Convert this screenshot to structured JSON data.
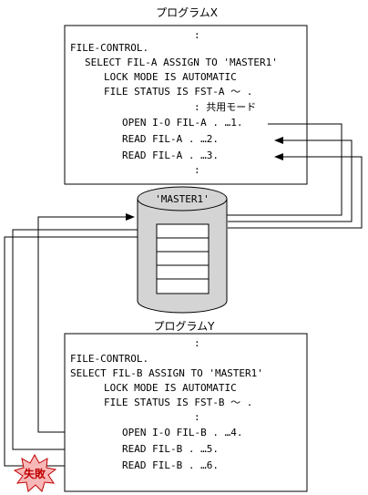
{
  "program_x": {
    "title": "プログラムX",
    "lines": [
      ":",
      "FILE-CONTROL.",
      "SELECT  FIL-A ASSIGN TO 'MASTER1'",
      "LOCK MODE IS AUTOMATIC",
      "FILE STATUS IS FST-A  ～  .",
      ":  共用モード",
      "OPEN I-O FIL-A .    …1.",
      "READ FIL-A .        …2.",
      "READ FIL-A .        …3.",
      ":"
    ]
  },
  "program_y": {
    "title": "プログラムY",
    "lines": [
      ":",
      "FILE-CONTROL.",
      "SELECT  FIL-B ASSIGN TO 'MASTER1'",
      "LOCK MODE IS AUTOMATIC",
      "FILE STATUS IS FST-B  ～  .",
      ":",
      "OPEN I-O FIL-B .  …4.",
      "READ FIL-B .      …5.",
      "READ FIL-B .      …6."
    ]
  },
  "database": {
    "label": "'MASTER1'"
  },
  "failure_badge": {
    "label": "失敗"
  }
}
